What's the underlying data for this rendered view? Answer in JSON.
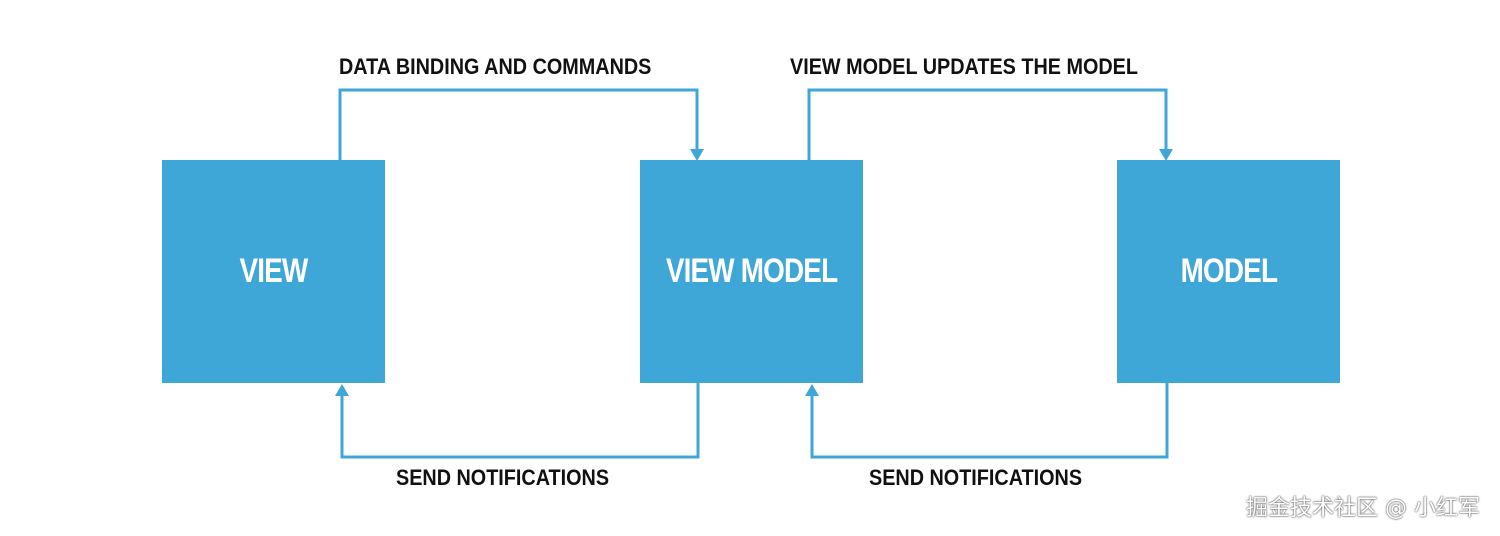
{
  "colors": {
    "box_fill": "#3fa6d8",
    "arrow": "#3fa6d8",
    "box_text": "#ffffff",
    "label_text": "#111111"
  },
  "nodes": {
    "view": "VIEW",
    "view_model": "VIEW MODEL",
    "model": "MODEL"
  },
  "edges": {
    "view_to_view_model": "DATA BINDING AND COMMANDS",
    "view_model_to_model": "VIEW MODEL UPDATES THE MODEL",
    "view_model_to_view": "SEND NOTIFICATIONS",
    "model_to_view_model": "SEND NOTIFICATIONS"
  },
  "watermark": "掘金技术社区 @ 小红军"
}
